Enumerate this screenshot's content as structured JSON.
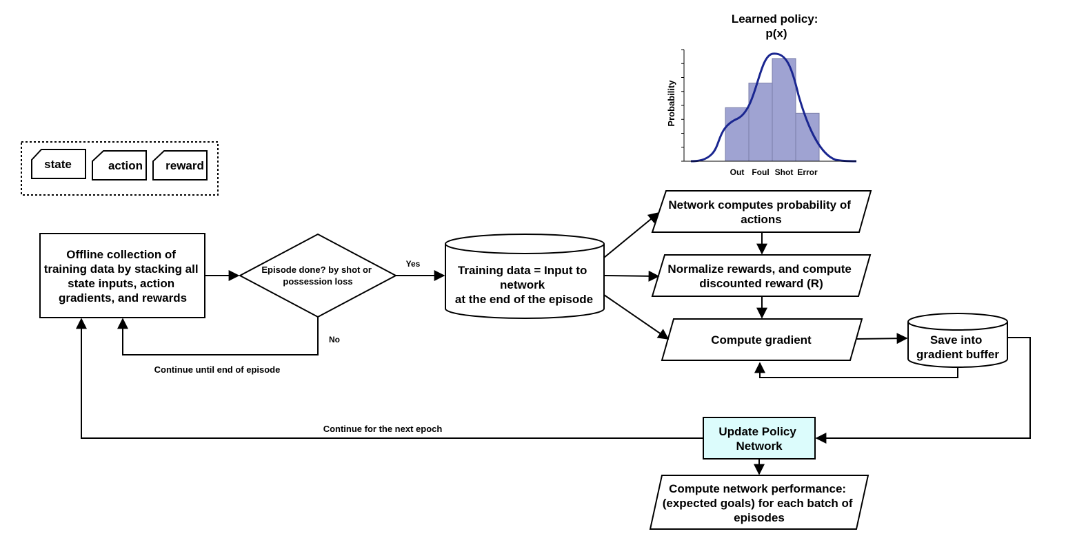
{
  "legend": {
    "items": [
      "state",
      "action",
      "reward"
    ]
  },
  "nodes": {
    "offline": [
      "Offline collection of",
      "training data by stacking all",
      "state inputs, action",
      "gradients, and rewards"
    ],
    "decision": [
      "Episode done? by shot or",
      "possession loss"
    ],
    "training": [
      "Training data = Input to",
      "network",
      "at the end of the episode"
    ],
    "network_prob": [
      "Network computes probability of",
      "actions"
    ],
    "normalize": [
      "Normalize rewards, and compute",
      "discounted reward (R)"
    ],
    "gradient": [
      "Compute gradient"
    ],
    "buffer": [
      "Save into",
      "gradient buffer"
    ],
    "update": [
      "Update Policy",
      "Network"
    ],
    "performance": [
      "Compute network performance:",
      "(expected goals) for each batch of",
      "episodes"
    ]
  },
  "edge_labels": {
    "yes": "Yes",
    "no": "No",
    "continue_episode": "Continue until end of episode",
    "continue_epoch": "Continue for the next epoch"
  },
  "colors": {
    "update_fill": "#dcfcfc",
    "bar_fill": "#9fa3d2",
    "curve": "#1a2690"
  },
  "chart_data": {
    "type": "bar",
    "title": "Learned policy:\np(x)",
    "ylabel": "Probability",
    "xlabel": "",
    "categories": [
      "Out",
      "Foul",
      "Shot",
      "Error"
    ],
    "values": [
      0.48,
      0.7,
      0.92,
      0.43
    ],
    "ylim": [
      0,
      1
    ],
    "overlay": "smooth density curve",
    "grid": false
  }
}
